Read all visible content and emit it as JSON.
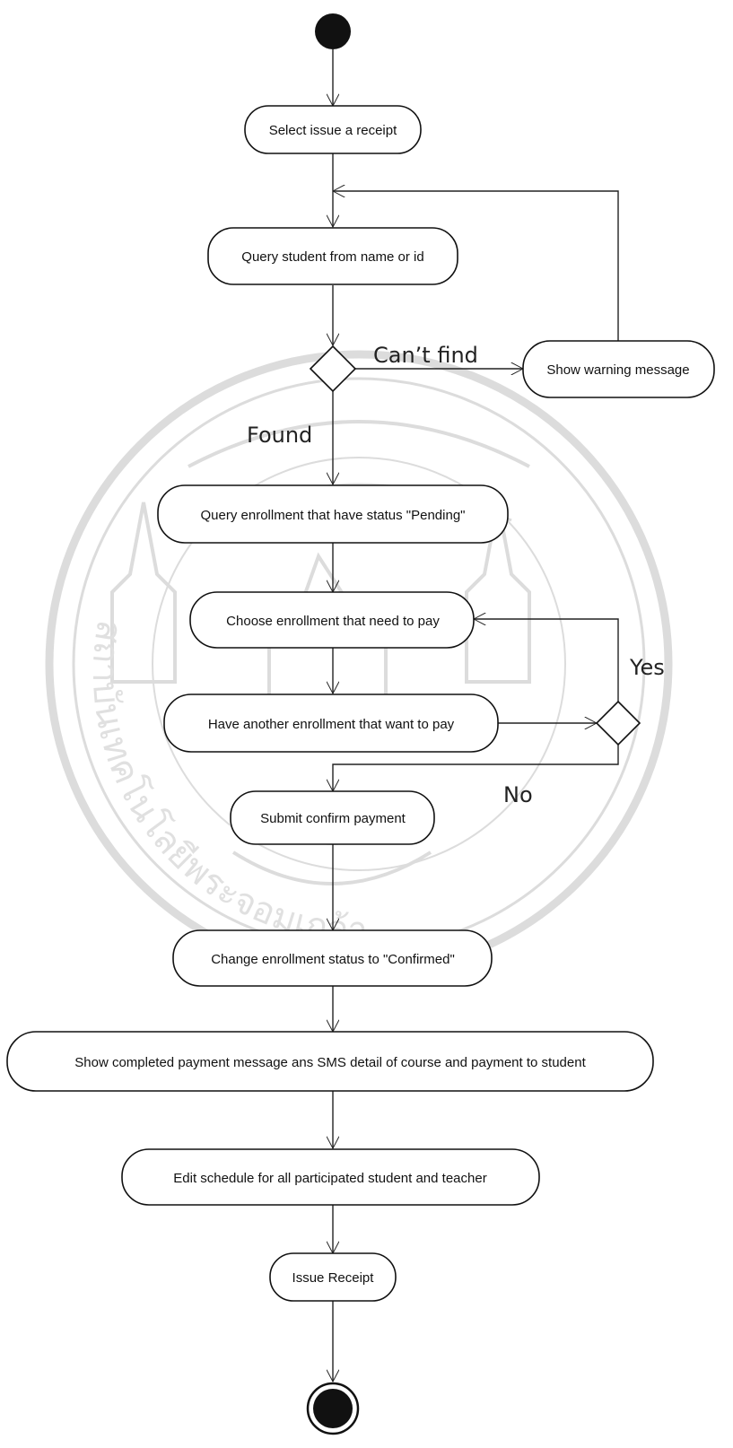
{
  "diagram": {
    "type": "activity-diagram",
    "actions": {
      "select_issue": "Select issue a receipt",
      "query_student": "Query student from name or id",
      "show_warning": "Show warning message",
      "query_enrollment": "Query enrollment that have status \"Pending\"",
      "choose_enrollment": "Choose enrollment that need to pay",
      "have_another": "Have another enrollment that want to pay",
      "submit_confirm": "Submit confirm payment",
      "change_status": "Change enrollment status to \"Confirmed\"",
      "show_completed": "Show completed payment message ans SMS detail of course and payment to student",
      "edit_schedule": "Edit schedule for all participated student and  teacher",
      "issue_receipt": "Issue Receipt"
    },
    "guards": {
      "cant_find": "Can’t find",
      "found": "Found",
      "yes": "Yes",
      "no": "No"
    },
    "watermark": {
      "description": "university seal",
      "text_left": "สถาบันเทคโนโลยีพระจอมเกล้าเจ้าคุณทหารลาดกระบัง"
    },
    "colors": {
      "line": "#222222",
      "node_fill": "#111111",
      "watermark": "#d9d9d9"
    }
  }
}
